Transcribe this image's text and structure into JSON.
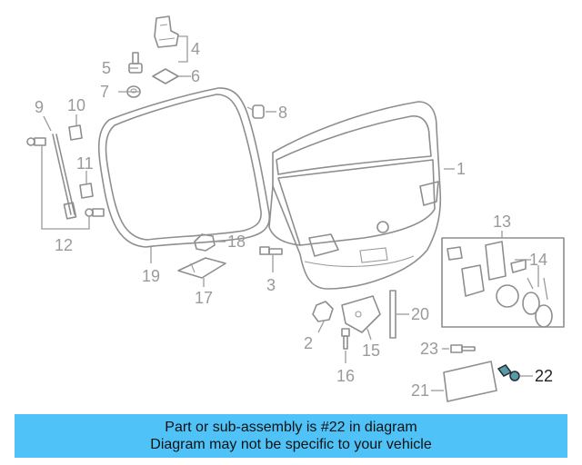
{
  "diagram": {
    "highlight_part": "22",
    "callouts": [
      {
        "id": "1",
        "label": "1"
      },
      {
        "id": "2",
        "label": "2"
      },
      {
        "id": "3",
        "label": "3"
      },
      {
        "id": "4",
        "label": "4"
      },
      {
        "id": "5",
        "label": "5"
      },
      {
        "id": "6",
        "label": "6"
      },
      {
        "id": "7",
        "label": "7"
      },
      {
        "id": "8",
        "label": "8"
      },
      {
        "id": "9",
        "label": "9"
      },
      {
        "id": "10",
        "label": "10"
      },
      {
        "id": "11",
        "label": "11"
      },
      {
        "id": "12",
        "label": "12"
      },
      {
        "id": "13",
        "label": "13"
      },
      {
        "id": "14",
        "label": "14"
      },
      {
        "id": "15",
        "label": "15"
      },
      {
        "id": "16",
        "label": "16"
      },
      {
        "id": "17",
        "label": "17"
      },
      {
        "id": "18",
        "label": "18"
      },
      {
        "id": "19",
        "label": "19"
      },
      {
        "id": "20",
        "label": "20"
      },
      {
        "id": "21",
        "label": "21"
      },
      {
        "id": "22",
        "label": "22"
      },
      {
        "id": "23",
        "label": "23"
      }
    ]
  },
  "banner": {
    "line1": "Part or sub-assembly is #22 in diagram",
    "line2": "Diagram may not be specific to your vehicle"
  },
  "colors": {
    "banner_bg": "#4fc3f7",
    "diagram_line": "#8e8e8e",
    "highlight_part": "#5a9aa8"
  }
}
